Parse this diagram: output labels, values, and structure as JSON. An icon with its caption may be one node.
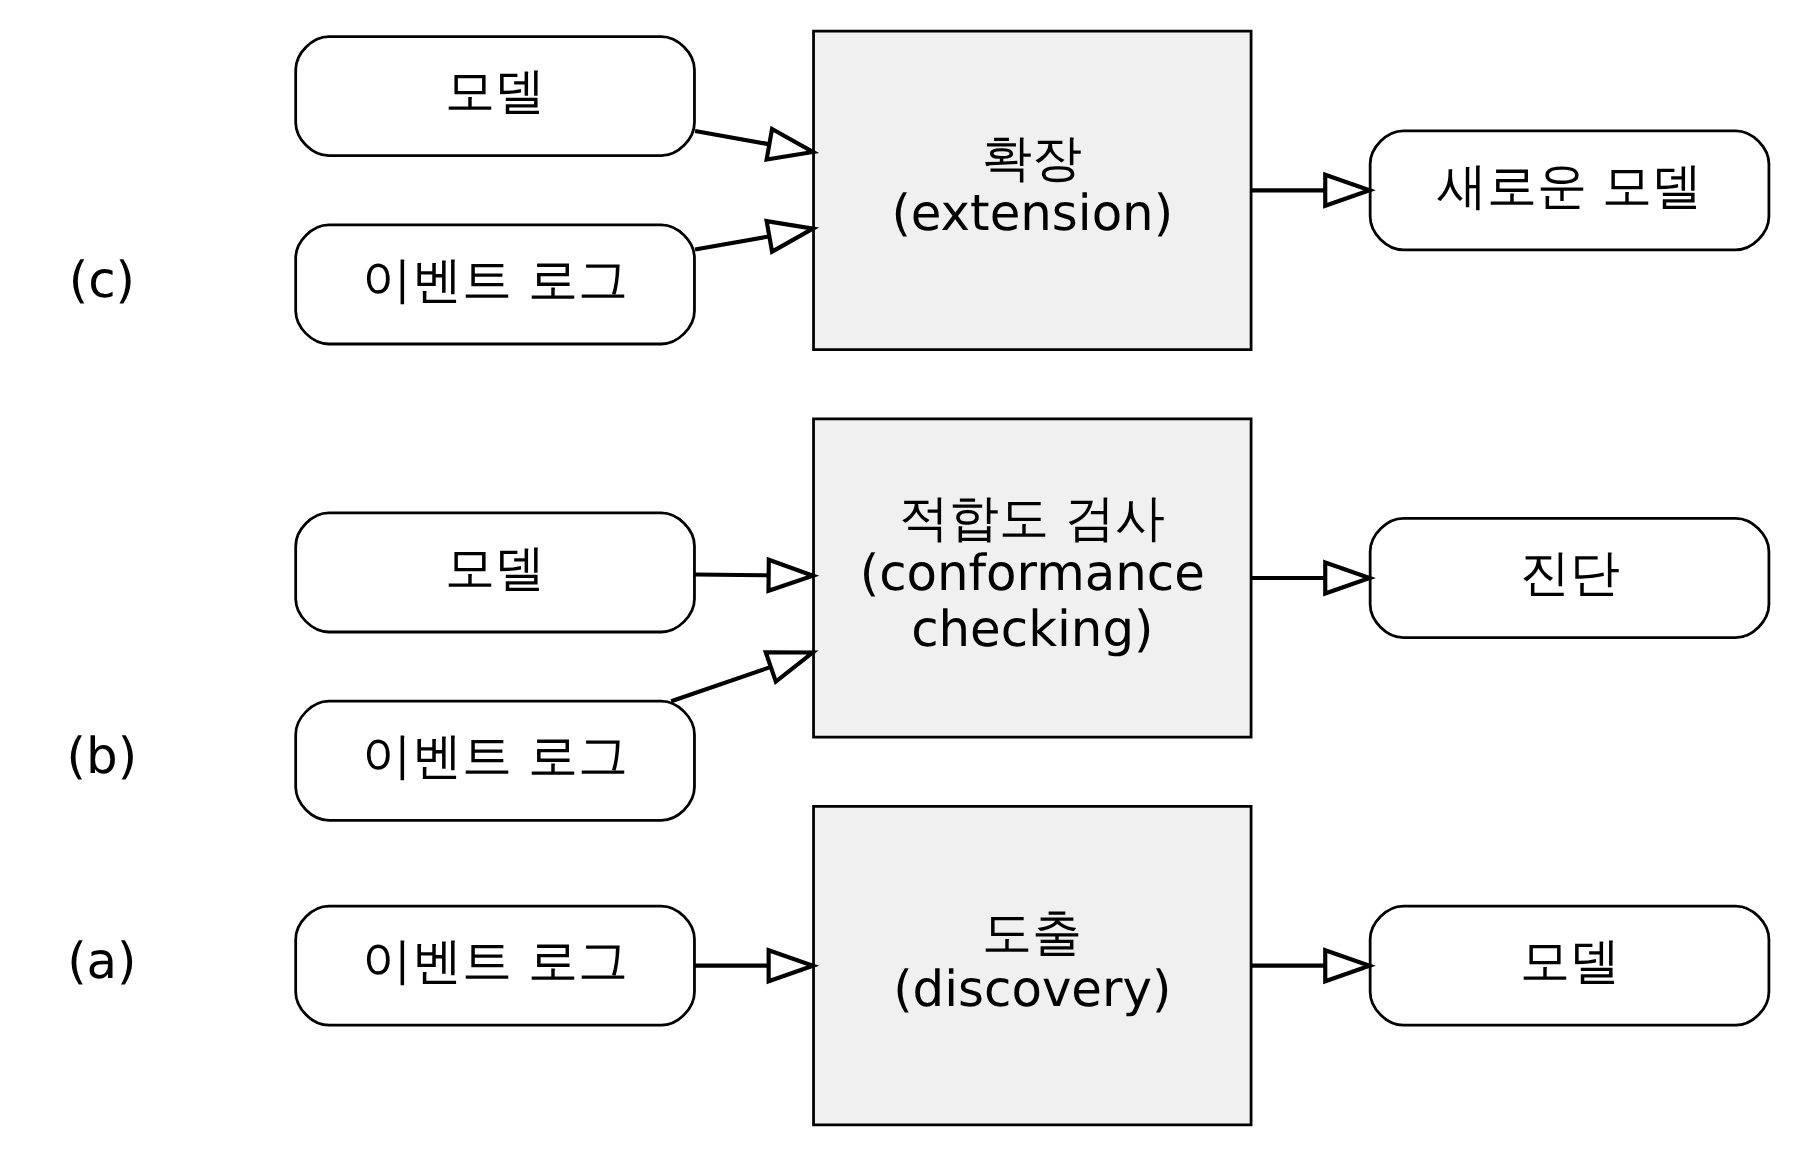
{
  "diagram": {
    "nodes": [
      {
        "text": [
          "이벤트 로그"
        ]
      },
      {
        "text": [
          "도출 (discovery)"
        ]
      },
      {
        "text": [
          "모델"
        ]
      },
      {
        "text": [
          "이벤트 로그"
        ]
      },
      {
        "text": [
          "모델"
        ]
      },
      {
        "text": [
          "적합도 검사 (conformance checking)"
        ]
      },
      {
        "text": [
          "진단"
        ]
      },
      {
        "text": [
          "이벤트 로그"
        ]
      },
      {
        "text": [
          "모델"
        ]
      },
      {
        "text": [
          "확장 (extension)"
        ]
      },
      {
        "text": [
          "새로운 모델"
        ]
      }
    ],
    "edges": [
      {
        "from": 0,
        "to": 1,
        "arrow": "to"
      },
      {
        "from": 1,
        "to": 2,
        "arrow": "to"
      },
      {
        "from": 3,
        "to": 5,
        "arrow": "to"
      },
      {
        "from": 4,
        "to": 5,
        "arrow": "to"
      },
      {
        "from": 5,
        "to": 6,
        "arrow": "to"
      },
      {
        "from": 7,
        "to": 9,
        "arrow": "to"
      },
      {
        "from": 8,
        "to": 9,
        "arrow": "to"
      },
      {
        "from": 9,
        "to": 10,
        "arrow": "to"
      }
    ],
    "labels": [
      "(a)",
      "(b)",
      "(c)"
    ]
  }
}
